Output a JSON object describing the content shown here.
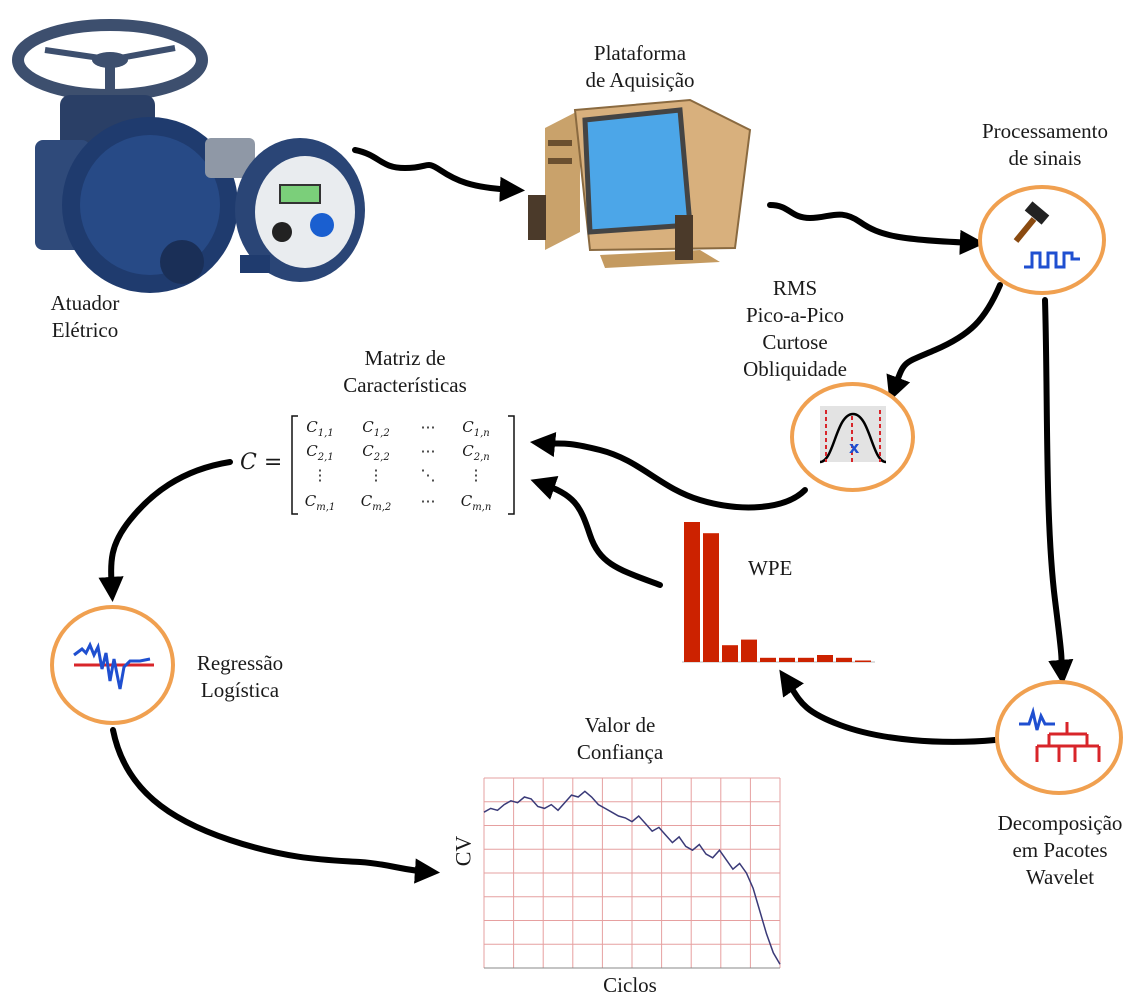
{
  "labels": {
    "atuador": [
      "Atuador",
      "Elétrico"
    ],
    "plataforma": [
      "Plataforma",
      "de Aquisição"
    ],
    "processamento": [
      "Processamento",
      "de sinais"
    ],
    "features": [
      "RMS",
      "Pico-a-Pico",
      "Curtose",
      "Obliquidade"
    ],
    "matriz": [
      "Matriz de",
      "Características"
    ],
    "wpe": "WPE",
    "regressao": [
      "Regressão",
      "Logística"
    ],
    "valor": [
      "Valor de",
      "Confiança"
    ],
    "decomposicao": [
      "Decomposição",
      "em Pacotes",
      "Wavelet"
    ],
    "cv_axis": "CV",
    "ciclos_axis": "Ciclos"
  },
  "matrix": {
    "symbol": "C =",
    "rows": [
      [
        "C1,1",
        "C1,2",
        "⋯",
        "C1,n"
      ],
      [
        "C2,1",
        "C2,2",
        "⋯",
        "C2,n"
      ],
      [
        "⋮",
        "⋮",
        "⋱",
        "⋮"
      ],
      [
        "Cm,1",
        "Cm,2",
        "⋯",
        "Cm,n"
      ]
    ]
  },
  "wpe_bars": [
    1.0,
    0.92,
    0.12,
    0.16,
    0.03,
    0.03,
    0.03,
    0.05,
    0.03,
    0.01
  ],
  "cv_series": [
    0.82,
    0.84,
    0.83,
    0.86,
    0.88,
    0.87,
    0.9,
    0.89,
    0.85,
    0.84,
    0.86,
    0.83,
    0.87,
    0.91,
    0.9,
    0.93,
    0.9,
    0.86,
    0.84,
    0.82,
    0.8,
    0.79,
    0.77,
    0.8,
    0.76,
    0.72,
    0.74,
    0.7,
    0.66,
    0.69,
    0.64,
    0.62,
    0.65,
    0.6,
    0.58,
    0.62,
    0.57,
    0.52,
    0.55,
    0.5,
    0.42,
    0.3,
    0.18,
    0.08,
    0.02
  ],
  "colors": {
    "accent": "#f0a050",
    "bar": "#cc2200",
    "arrow": "#000000",
    "blue": "#1f4fd0",
    "red": "#d8252a"
  }
}
